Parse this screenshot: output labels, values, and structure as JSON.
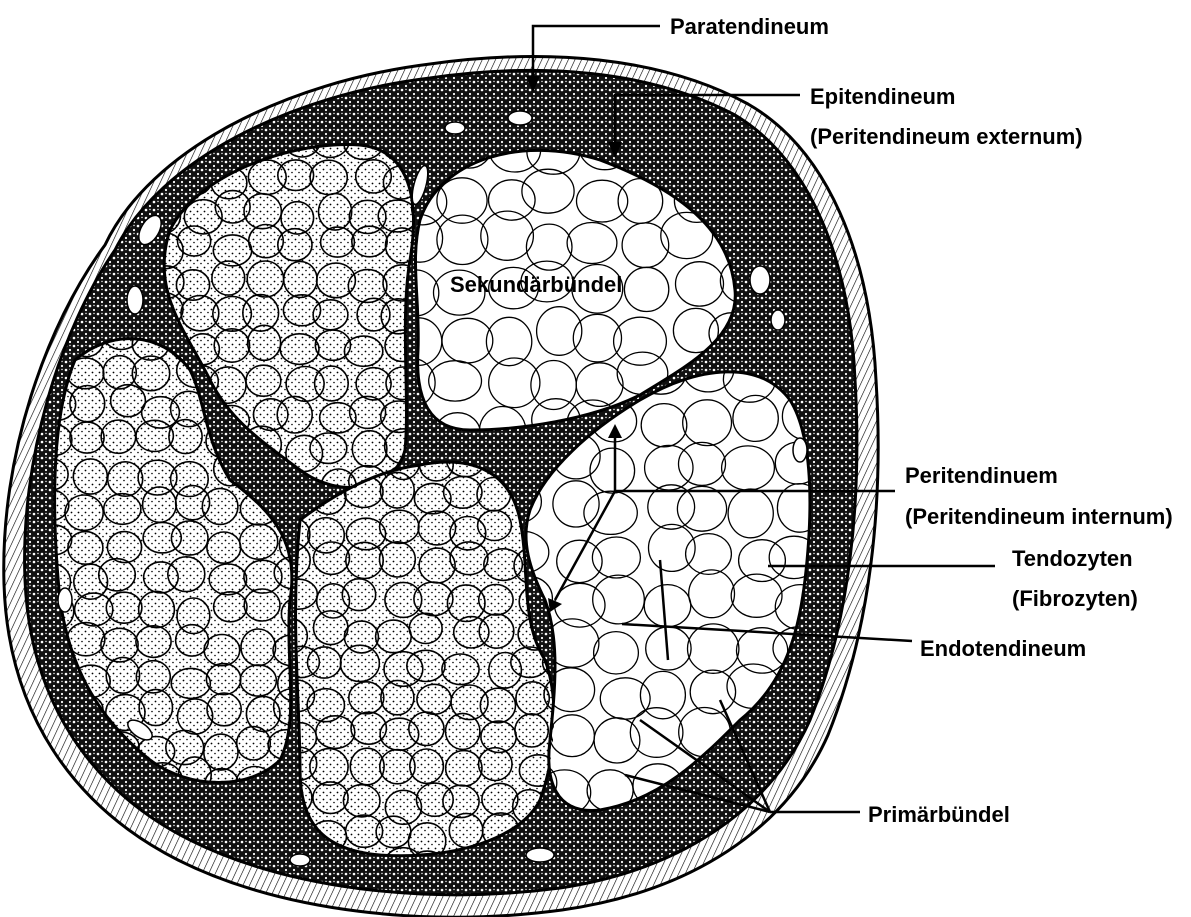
{
  "figure": {
    "colors": {
      "background": "#ffffff",
      "ink": "#000000",
      "stipple": "#000000"
    },
    "bundles": {
      "secondary": "Sekundärbündel"
    },
    "labels": {
      "paratendineum": "Paratendineum",
      "epitendineum_line1": "Epitendineum",
      "epitendineum_line2": "(Peritendineum externum)",
      "peritendinuem_line1": "Peritendinuem",
      "peritendinuem_line2": "(Peritendineum internum)",
      "tendozyten_line1": "Tendozyten",
      "tendozyten_line2": "(Fibrozyten)",
      "endotendineum": "Endotendineum",
      "primaerbuendel": "Primärbündel"
    }
  }
}
